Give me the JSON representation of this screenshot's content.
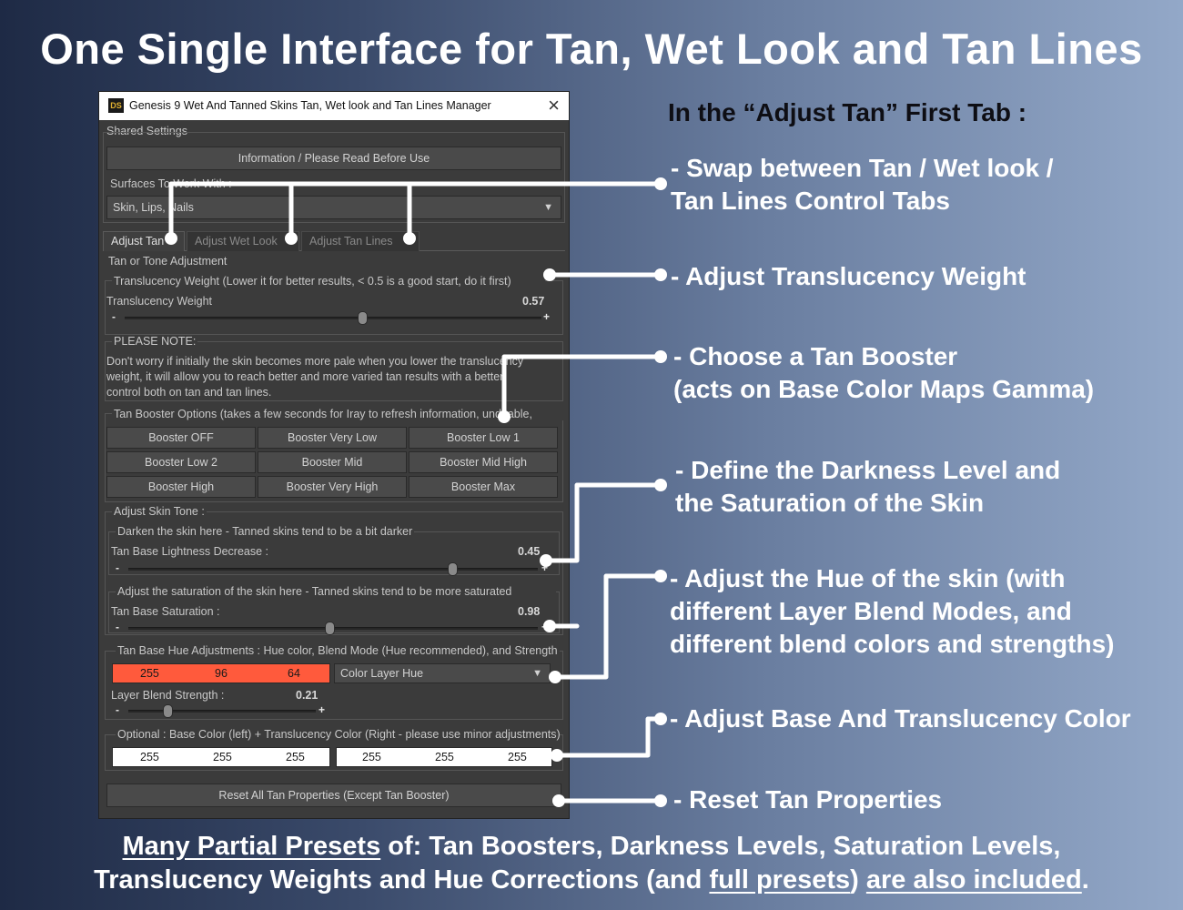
{
  "headline": "One Single Interface for Tan, Wet Look and Tan Lines",
  "tab_intro": "In the “Adjust Tan” First Tab :",
  "callouts": {
    "swap": [
      "- Swap between Tan / Wet look /",
      "Tan Lines Control Tabs"
    ],
    "translucency": [
      "- Adjust Translucency Weight"
    ],
    "booster": [
      "- Choose a Tan Booster",
      "(acts on Base Color Maps Gamma)"
    ],
    "darkness": [
      "- Define the Darkness Level and",
      "the Saturation of the Skin"
    ],
    "hue": [
      "- Adjust the Hue of the skin (with",
      "different Layer Blend Modes, and",
      "different blend colors and strengths)"
    ],
    "base_color": [
      "- Adjust Base And Translucency Color"
    ],
    "reset": [
      "- Reset Tan Properties"
    ]
  },
  "footer": {
    "line1_link": "Many Partial Presets",
    "line1_rest": " of: Tan Boosters,  Darkness Levels, Saturation Levels,",
    "line2_pre": "Translucency Weights and Hue Corrections (and ",
    "line2_link1": "full presets",
    "line2_mid": ") ",
    "line2_link2": "are also included",
    "line2_end": "."
  },
  "dialog": {
    "logo": "DS",
    "title": "Genesis 9 Wet And Tanned Skins Tan, Wet look and Tan Lines Manager",
    "close_icon": "close-icon",
    "shared_settings": "Shared Settings",
    "info_button": "Information / Please Read Before Use",
    "surfaces_label": "Surfaces To Work With :",
    "surfaces_value": "Skin, Lips, Nails",
    "tabs": [
      {
        "label": "Adjust Tan",
        "active": true
      },
      {
        "label": "Adjust Wet Look",
        "active": false
      },
      {
        "label": "Adjust Tan Lines",
        "active": false
      }
    ],
    "tone_group": "Tan or Tone Adjustment",
    "translucency_group": "Translucency Weight (Lower it for better results, < 0.5 is a good start, do it first)",
    "translucency_label": "Translucency Weight",
    "translucency_value": "0.57",
    "translucency_fraction": 0.57,
    "note_title": "PLEASE NOTE:",
    "note_lines": [
      "Don't worry if initially the skin becomes more pale when you lower the translucency",
      "weight, it will allow you to reach better and more varied tan results with a better",
      "control both on tan and tan lines."
    ],
    "booster_group": "Tan Booster Options (takes a few seconds for Iray to refresh information, undoable,",
    "boosters": [
      [
        "Booster OFF",
        "Booster Very Low",
        "Booster Low 1"
      ],
      [
        "Booster Low 2",
        "Booster Mid",
        "Booster Mid High"
      ],
      [
        "Booster High",
        "Booster Very High",
        "Booster Max"
      ]
    ],
    "skin_tone_group": "Adjust Skin Tone :",
    "darken_group": "Darken the skin here - Tanned skins tend to be a bit darker",
    "lightness_label": "Tan Base Lightness Decrease :",
    "lightness_value": "0.45",
    "lightness_fraction": 0.79,
    "saturation_group": "Adjust the saturation of the skin here - Tanned skins tend to be more saturated",
    "saturation_label": "Tan Base Saturation :",
    "saturation_value": "0.98",
    "saturation_fraction": 0.49,
    "hue_group": "Tan Base Hue Adjustments : Hue color, Blend Mode (Hue recommended), and Strength",
    "hue_rgb": [
      "255",
      "96",
      "64"
    ],
    "hue_color": "#ff5a3c",
    "blend_mode": "Color Layer Hue",
    "blend_strength_label": "Layer Blend Strength :",
    "blend_strength_value": "0.21",
    "blend_strength_fraction": 0.21,
    "optional_group": "Optional : Base Color (left) + Translucency Color (Right - please use minor adjustments)",
    "base_rgb": [
      "255",
      "255",
      "255"
    ],
    "translucency_rgb": [
      "255",
      "255",
      "255"
    ],
    "reset_button": "Reset All Tan Properties (Except Tan Booster)",
    "minus": "-",
    "plus": "+"
  }
}
